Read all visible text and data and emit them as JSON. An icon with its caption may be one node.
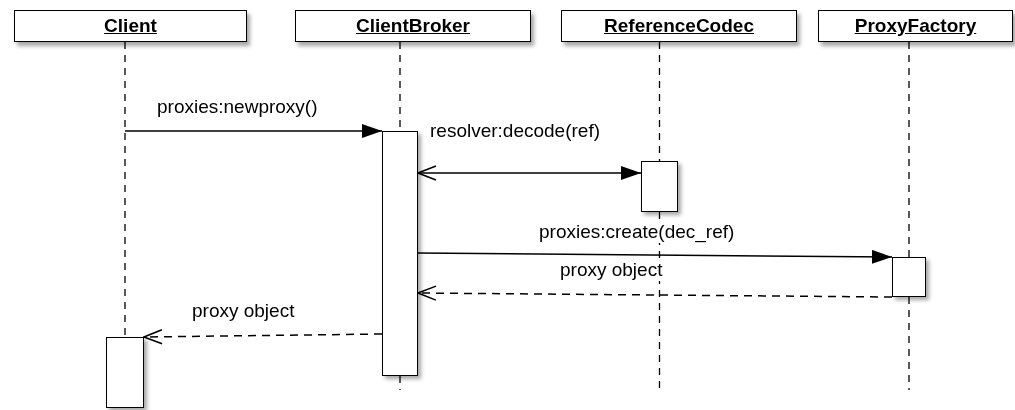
{
  "diagram": {
    "nodes": [
      {
        "text": [
          "Client"
        ]
      },
      {
        "text": [
          "ClientBroker"
        ]
      },
      {
        "text": [
          "ReferenceCodec"
        ]
      },
      {
        "text": [
          "ProxyFactory"
        ]
      },
      {
        "text": [],
        "shape": "box"
      },
      {
        "text": [],
        "shape": "box"
      },
      {
        "text": [],
        "shape": "box"
      },
      {
        "text": [],
        "shape": "box"
      }
    ],
    "edges": [
      {
        "from": null,
        "to": 4,
        "arrow": "to",
        "label": "proxies:newproxy()"
      },
      {
        "from": 4,
        "to": 5,
        "arrow": "both",
        "label": "resolver:decode(ref)"
      },
      {
        "from": 4,
        "to": 6,
        "arrow": "to",
        "label": "proxies:create(dec_ref)"
      },
      {
        "from": 6,
        "to": 4,
        "arrow": "to",
        "label": "proxy object",
        "style": "dashed"
      },
      {
        "from": 4,
        "to": 7,
        "arrow": "to",
        "label": "proxy object",
        "style": "dashed"
      },
      {
        "from": 0,
        "to": 7,
        "arrow": "none",
        "style": "dashed"
      },
      {
        "from": 1,
        "to": 4,
        "arrow": "none",
        "style": "dashed"
      },
      {
        "from": 4,
        "to": null,
        "arrow": "none",
        "style": "dashed"
      },
      {
        "from": 2,
        "to": 5,
        "arrow": "none",
        "style": "dashed"
      },
      {
        "from": 5,
        "to": null,
        "arrow": "none",
        "style": "dashed"
      },
      {
        "from": 3,
        "to": 6,
        "arrow": "none",
        "style": "dashed"
      },
      {
        "from": 6,
        "to": null,
        "arrow": "none",
        "style": "dashed"
      }
    ]
  }
}
